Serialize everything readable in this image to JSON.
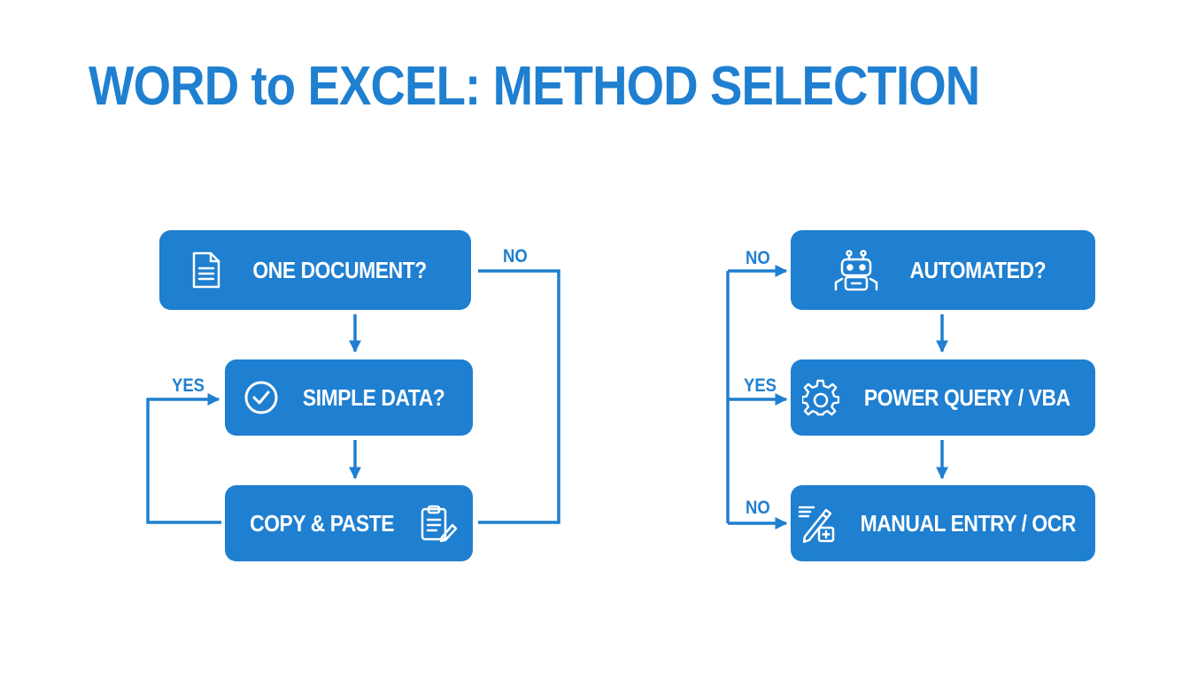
{
  "title": "WORD to EXCEL: METHOD SELECTION",
  "colors": {
    "primary": "#1f7fd0",
    "background": "#ffffff",
    "text_on_node": "#ffffff"
  },
  "left_flow": {
    "nodes": [
      {
        "id": "one-document",
        "label": "ONE DOCUMENT?",
        "icon": "document-icon"
      },
      {
        "id": "simple-data",
        "label": "SIMPLE DATA?",
        "icon": "check-circle-icon"
      },
      {
        "id": "copy-paste",
        "label": "COPY & PASTE",
        "icon": "clipboard-edit-icon"
      }
    ],
    "edges": [
      {
        "from": "one-document",
        "to": "simple-data",
        "label": ""
      },
      {
        "from": "simple-data",
        "to": "copy-paste",
        "label": ""
      },
      {
        "from": "copy-paste",
        "to": "simple-data",
        "label": "YES"
      },
      {
        "from": "copy-paste",
        "to": "one-document",
        "label": "NO"
      }
    ]
  },
  "right_flow": {
    "nodes": [
      {
        "id": "automated",
        "label": "AUTOMATED?",
        "icon": "robot-icon"
      },
      {
        "id": "power-query",
        "label": "POWER QUERY / VBA",
        "icon": "gear-icon"
      },
      {
        "id": "manual-entry",
        "label": "MANUAL ENTRY / OCR",
        "icon": "manual-edit-icon"
      }
    ],
    "edges": [
      {
        "from": "automated",
        "to": "power-query",
        "label": ""
      },
      {
        "from": "power-query",
        "to": "manual-entry",
        "label": ""
      },
      {
        "from": "left-rail",
        "to": "automated",
        "label": "NO"
      },
      {
        "from": "left-rail",
        "to": "power-query",
        "label": "YES"
      },
      {
        "from": "left-rail",
        "to": "manual-entry",
        "label": "NO"
      }
    ]
  }
}
